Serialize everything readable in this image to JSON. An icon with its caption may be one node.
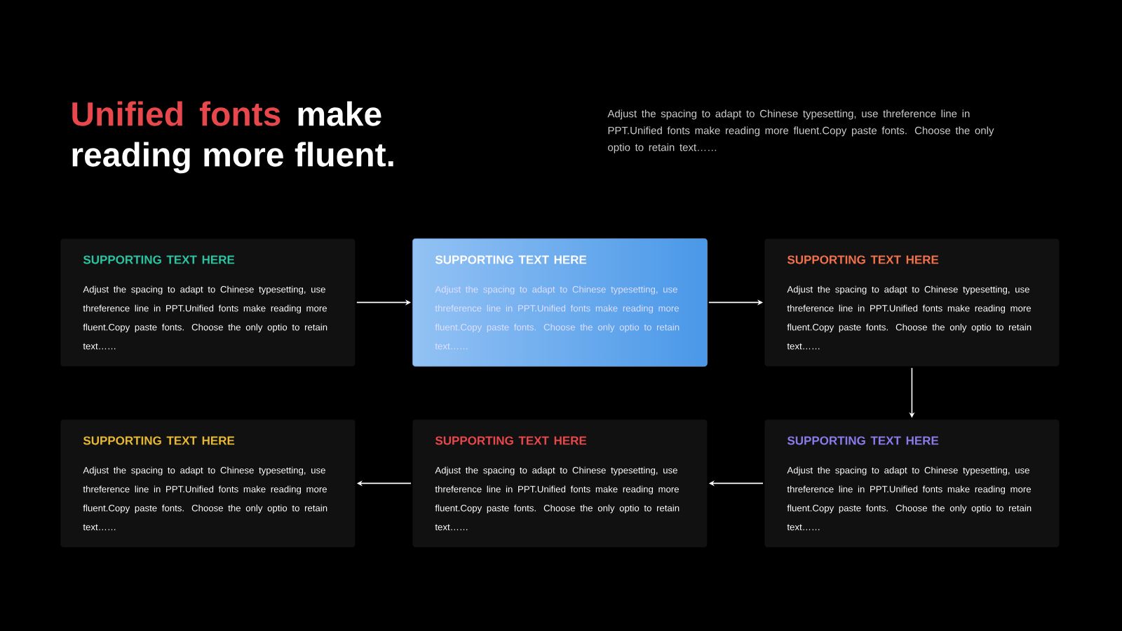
{
  "diagram": {
    "title": "**Unified fonts** make reading more fluent.",
    "nodes": [
      {
        "text": [
          "SUPPORTING TEXT HERE",
          "Adjust the spacing to adapt to Chinese typesetting, use threference line in PPT.Unified fonts make reading more fluent.Copy paste fonts. Choose the only optio to retain text……"
        ]
      },
      {
        "text": [
          "SUPPORTING TEXT HERE",
          "Adjust the spacing to adapt to Chinese typesetting, use threference line in PPT.Unified fonts make reading more fluent.Copy paste fonts. Choose the only optio to retain text……"
        ]
      },
      {
        "text": [
          "SUPPORTING TEXT HERE",
          "Adjust the spacing to adapt to Chinese typesetting, use threference line in PPT.Unified fonts make reading more fluent.Copy paste fonts. Choose the only optio to retain text……"
        ]
      },
      {
        "text": [
          "SUPPORTING TEXT HERE",
          "Adjust the spacing to adapt to Chinese typesetting, use threference line in PPT.Unified fonts make reading more fluent.Copy paste fonts. Choose the only optio to retain text……"
        ]
      },
      {
        "text": [
          "SUPPORTING TEXT HERE",
          "Adjust the spacing to adapt to Chinese typesetting, use threference line in PPT.Unified fonts make reading more fluent.Copy paste fonts. Choose the only optio to retain text……"
        ]
      },
      {
        "text": [
          "SUPPORTING TEXT HERE",
          "Adjust the spacing to adapt to Chinese typesetting, use threference line in PPT.Unified fonts make reading more fluent.Copy paste fonts. Choose the only optio to retain text……"
        ]
      }
    ],
    "edges": [
      {
        "from": 0,
        "to": 1,
        "arrow": "to"
      },
      {
        "from": 1,
        "to": 2,
        "arrow": "to"
      },
      {
        "from": 2,
        "to": 5,
        "arrow": "to"
      },
      {
        "from": 5,
        "to": 4,
        "arrow": "to"
      },
      {
        "from": 4,
        "to": 3,
        "arrow": "to"
      }
    ],
    "labels": [
      "Adjust the spacing to adapt to Chinese typesetting, use threference line in PPT.Unified fonts make reading more fluent.Copy paste fonts. Choose the only optio to retain text……"
    ]
  }
}
